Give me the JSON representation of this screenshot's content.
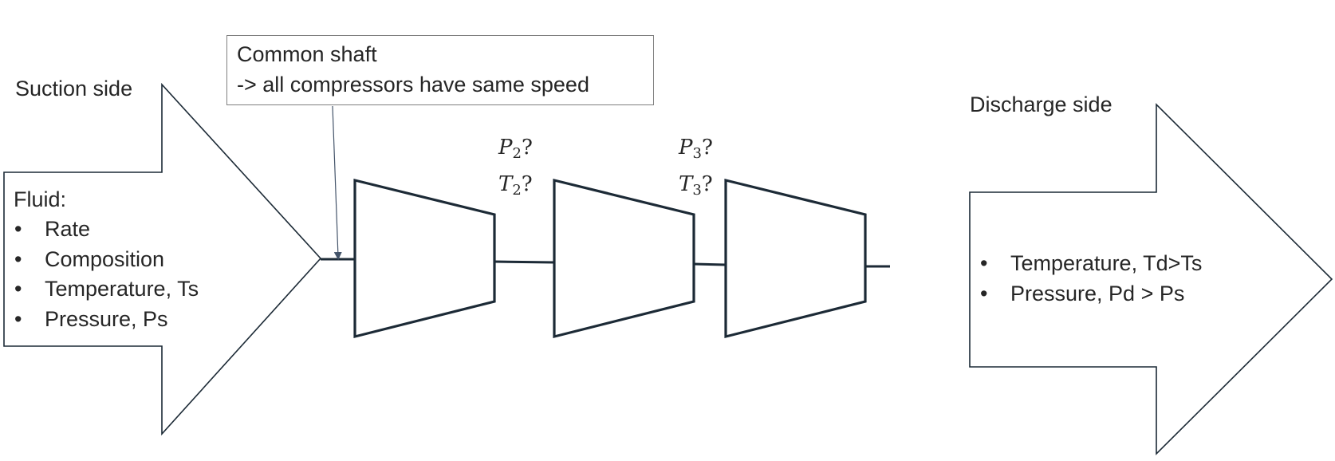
{
  "suction": {
    "title": "Suction side",
    "fluid_label": "Fluid:",
    "items": [
      "Rate",
      "Composition",
      "Temperature, Ts",
      "Pressure, Ps"
    ]
  },
  "callout": {
    "line1": "Common shaft",
    "line2": "-> all compressors have same speed"
  },
  "interstage": [
    {
      "p_symbol": "P",
      "p_sub": "2",
      "t_symbol": "T",
      "t_sub": "2",
      "mark": "?"
    },
    {
      "p_symbol": "P",
      "p_sub": "3",
      "t_symbol": "T",
      "t_sub": "3",
      "mark": "?"
    }
  ],
  "discharge": {
    "title": "Discharge side",
    "items": [
      "Temperature, Td>Ts",
      "Pressure, Pd > Ps"
    ]
  },
  "bullet_char": "•",
  "colors": {
    "stroke": "#1c2a36",
    "text": "#262626",
    "callout_border": "#7f7f7f",
    "leader": "#44546a"
  }
}
